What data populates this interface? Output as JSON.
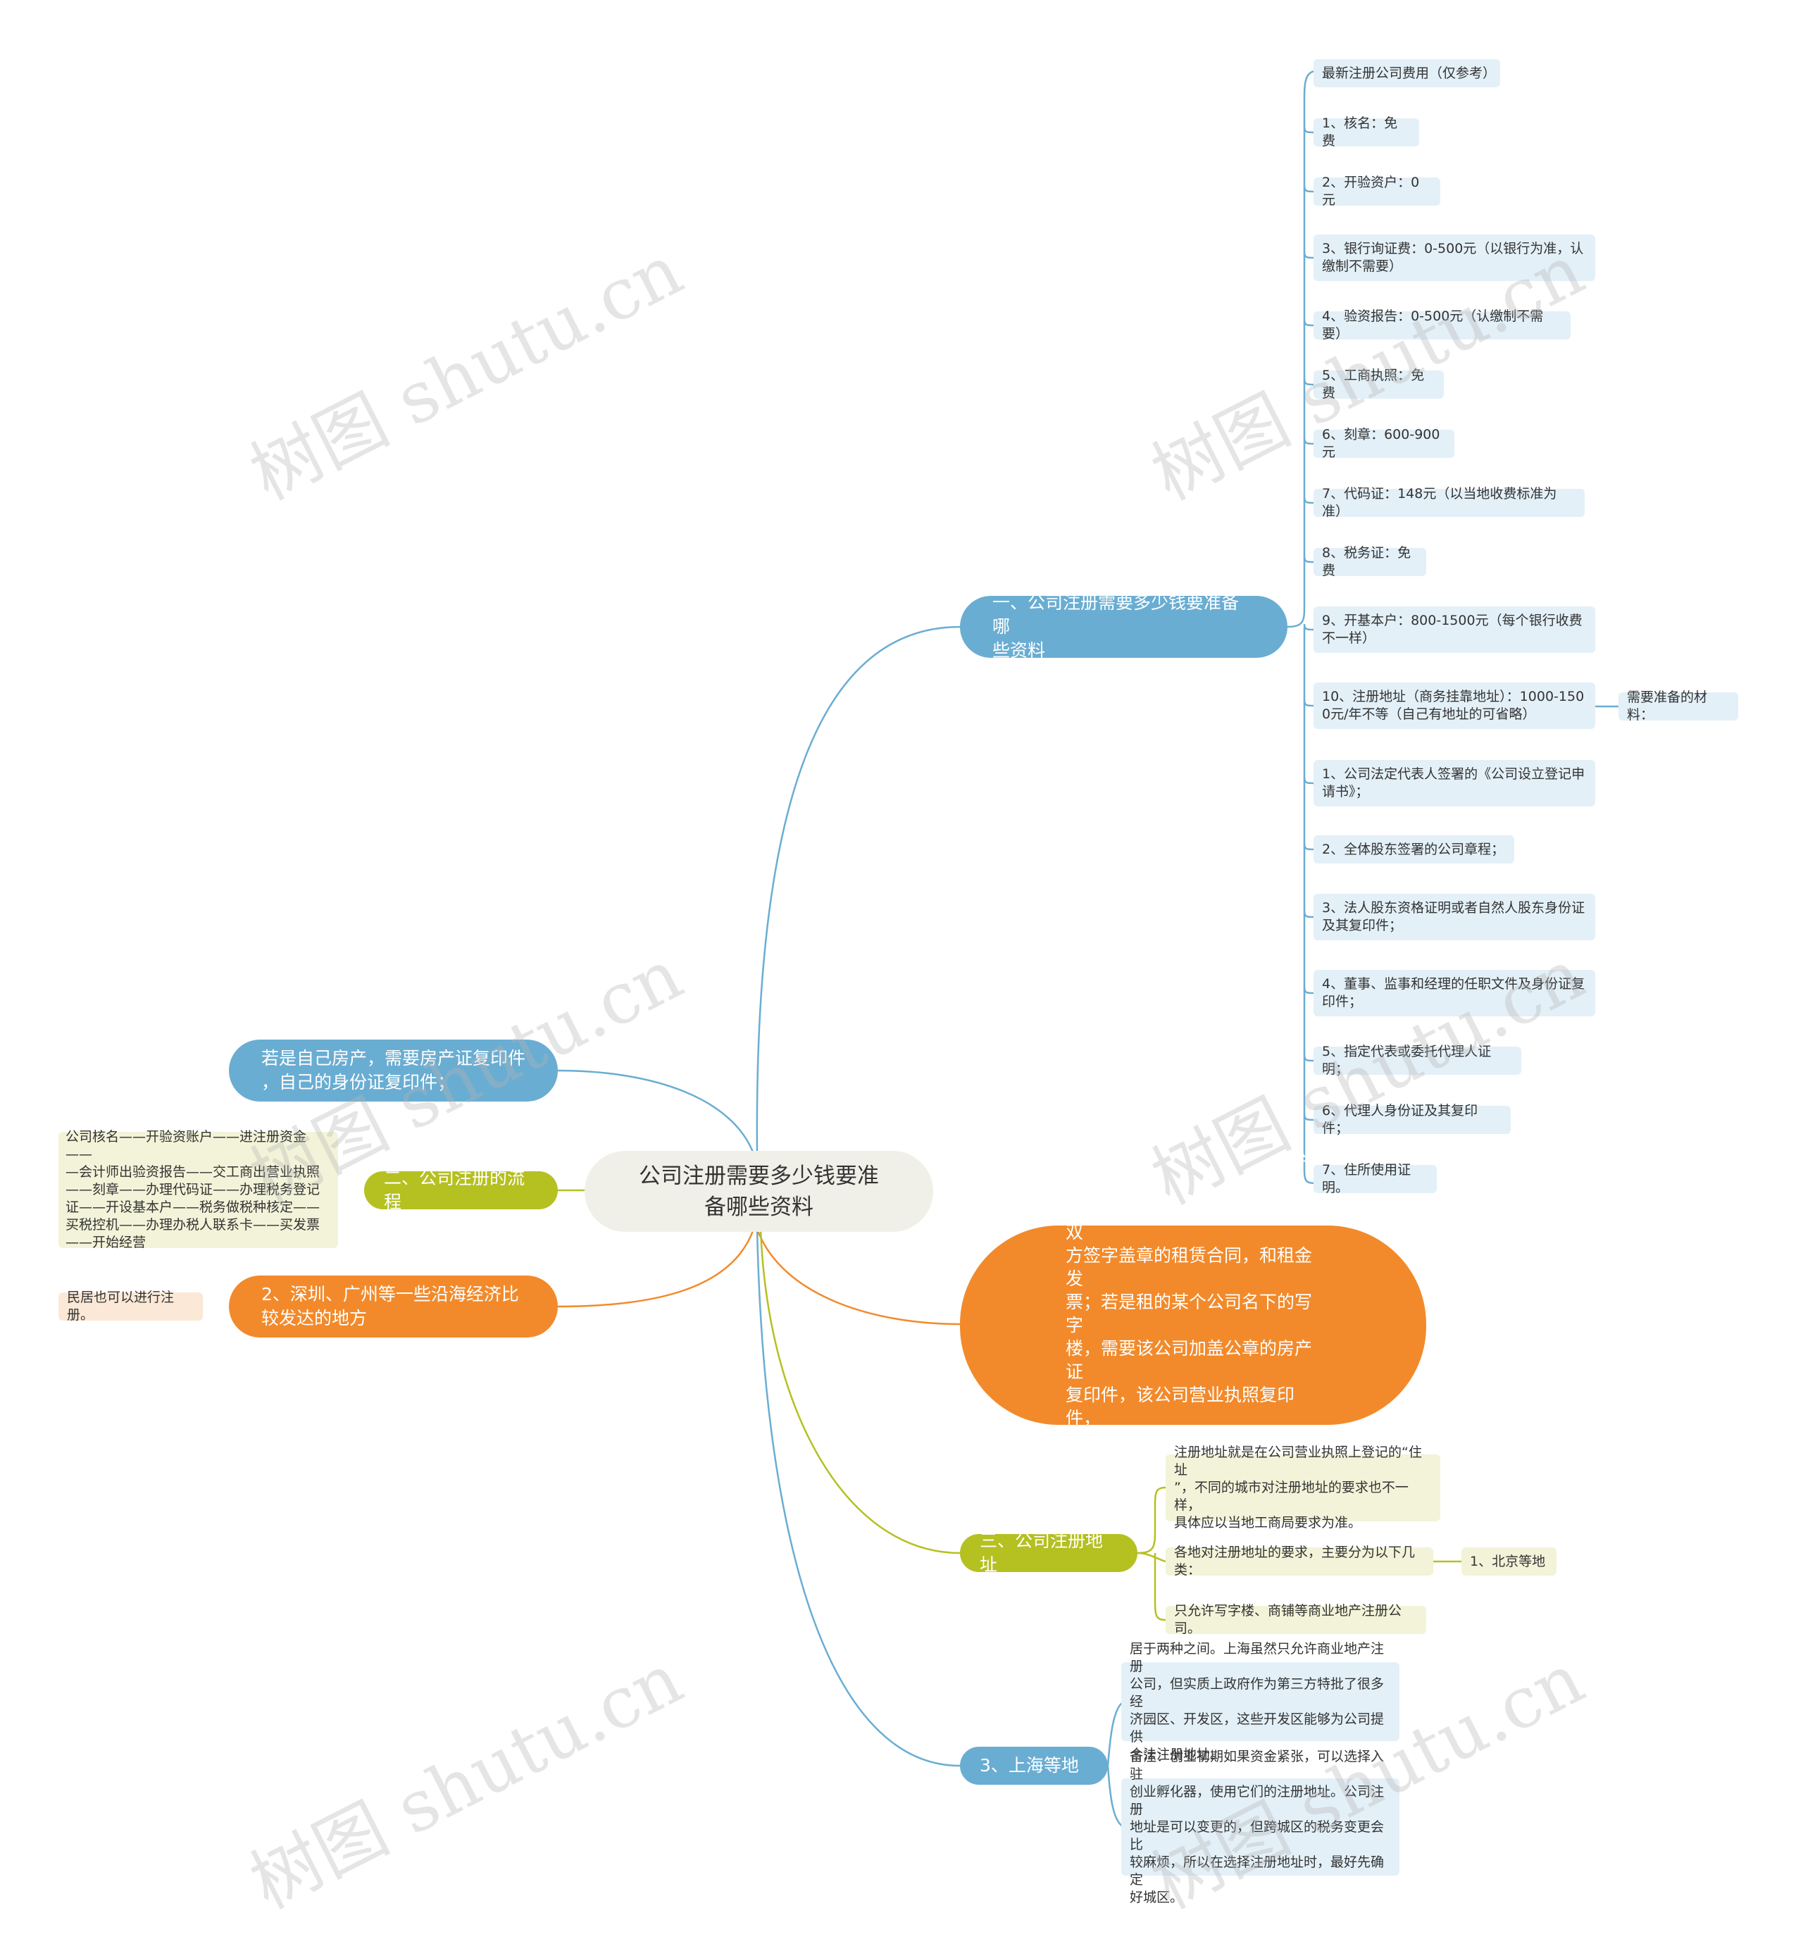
{
  "center": {
    "text": "公司注册需要多少钱要准\n备哪些资料"
  },
  "branches": {
    "b1": {
      "text": "一、公司注册需要多少钱要准备哪\n些资料",
      "color": "#6aadd2"
    },
    "b2": {
      "text": "若是租房，需要房东签字的房产证\n复印件，房东的身份证复印件，双\n方签字盖章的租赁合同，和租金发\n票；若是租的某个公司名下的写字\n楼，需要该公司加盖公章的房产证\n复印件，该公司营业执照复印件，\n双方签字盖章的租赁合同，还有租\n金发票。",
      "color": "#f28a2b"
    },
    "b3": {
      "text": "三、公司注册地址",
      "color": "#b5c021"
    },
    "b4": {
      "text": "3、上海等地",
      "color": "#6aadd2"
    },
    "b5": {
      "text": "若是自己房产，需要房产证复印件\n，自己的身份证复印件；",
      "color": "#6aadd2"
    },
    "b6": {
      "text": "二、公司注册的流程",
      "color": "#b5c021"
    },
    "b7": {
      "text": "2、深圳、广州等一些沿海经济比\n较发达的地方",
      "color": "#f28a2b"
    }
  },
  "fees": [
    "最新注册公司费用（仅参考）",
    "1、核名：免费",
    "2、开验资户：0元",
    "3、银行询证费：0-500元（以银行为准，认\n缴制不需要）",
    "4、验资报告：0-500元（认缴制不需要）",
    "5、工商执照：免费",
    "6、刻章：600-900元",
    "7、代码证：148元（以当地收费标准为准）",
    "8、税务证：免费",
    "9、开基本户：800-1500元（每个银行收费\n不一样）",
    "10、注册地址（商务挂靠地址）：1000-150\n0元/年不等（自己有地址的可省略）",
    "1、公司法定代表人签署的《公司设立登记申\n请书》；",
    "2、全体股东签署的公司章程；",
    "3、法人股东资格证明或者自然人股东身份证\n及其复印件；",
    "4、董事、监事和经理的任职文件及身份证复\n印件；",
    "5、指定代表或委托代理人证明；",
    "6、代理人身份证及其复印件；",
    "7、住所使用证明。"
  ],
  "materials_label": "需要准备的材料：",
  "address_items": [
    "注册地址就是在公司营业执照上登记的“住址\n”，不同的城市对注册地址的要求也不一样，\n具体应以当地工商局要求为准。",
    "各地对注册地址的要求，主要分为以下几类：",
    "只允许写字楼、商铺等商业地产注册公司。"
  ],
  "beijing": "1、北京等地",
  "shanghai_items": [
    "居于两种之间。上海虽然只允许商业地产注册\n公司，但实质上政府作为第三方特批了很多经\n济园区、开发区，这些开发区能够为公司提供\n合法注册地址。",
    "备注：创业初期如果资金紧张，可以选择入驻\n创业孵化器，使用它们的注册地址。公司注册\n地址是可以变更的，但跨城区的税务变更会比\n较麻烦，所以在选择注册地址时，最好先确定\n好城区。"
  ],
  "process": "公司核名——开验资账户——进注册资金——\n—会计师出验资报告——交工商出营业执照\n——刻章——办理代码证——办理税务登记\n证——开设基本户——税务做税种核定——\n买税控机——办理办税人联系卡——买发票\n——开始经营",
  "coastal": "民居也可以进行注册。",
  "watermark": "树图 shutu.cn"
}
